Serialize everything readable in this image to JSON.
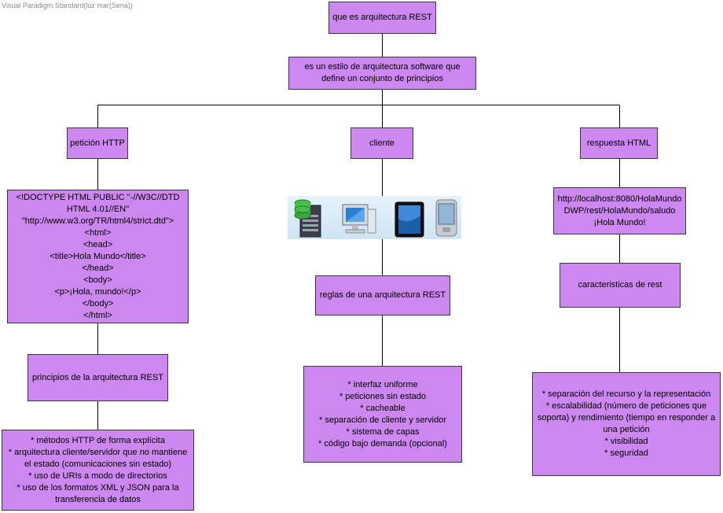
{
  "watermark": "Visual Paradigm Standard(luz mar(Sena))",
  "colors": {
    "node_fill": "#cc88f0",
    "node_border": "#3a3a3a",
    "connector": "#000000"
  },
  "nodes": {
    "root": {
      "lines": [
        "que es arquitectura REST"
      ]
    },
    "definition": {
      "lines": [
        "es un estilo de arquitectura software que",
        "define un conjunto de principios"
      ]
    },
    "peticion": {
      "lines": [
        "petición HTTP"
      ]
    },
    "cliente": {
      "lines": [
        "cliente"
      ]
    },
    "respuesta": {
      "lines": [
        "respuesta HTML"
      ]
    },
    "html_code": {
      "lines": [
        "<!DOCTYPE HTML PUBLIC \"-//W3C//DTD",
        "HTML 4.01//EN\"",
        "\"http://www.w3.org/TR/html4/strict.dtd\">",
        "<html>",
        "<head>",
        "<title>Hola Mundo</title>",
        "</head>",
        "<body>",
        "<p>¡Hola, mundo!</p>",
        "</body>",
        "</html>"
      ]
    },
    "principios": {
      "lines": [
        "principios de la arquitectura REST"
      ]
    },
    "principios_list": {
      "lines": [
        "* métodos HTTP de forma explícita",
        "* arquitectura cliente/servidor que no mantiene",
        "el estado (comunicaciones sin estado)",
        "* uso de URIs a modo de directorios",
        "* uso de los formatos XML y JSON para la",
        "transferencia de datos"
      ]
    },
    "reglas": {
      "lines": [
        "reglas de una arquitectura REST"
      ]
    },
    "reglas_list": {
      "lines": [
        "* interfaz uniforme",
        "* peticiones sin estado",
        "* cacheable",
        "* separación de cliente y servidor",
        "* sistema de capas",
        "* código bajo demanda (opcional)"
      ]
    },
    "url_box": {
      "lines": [
        "http://localhost:8080/HolaMundo",
        "DWP/rest/HolaMundo/saludo",
        "¡Hola Mundo!"
      ]
    },
    "caracteristicas": {
      "lines": [
        "caracteristicas de rest"
      ]
    },
    "caract_list": {
      "lines": [
        "* separación del recurso y la representación",
        "* escalabilidad (número de peticiones que",
        "soporta) y rendimiento (tiempo en responder a",
        "una petición",
        "* visibilidad",
        "* seguridad"
      ]
    }
  },
  "icons": [
    "server-icon",
    "desktop-computer-icon",
    "tablet-icon",
    "pda-icon"
  ]
}
